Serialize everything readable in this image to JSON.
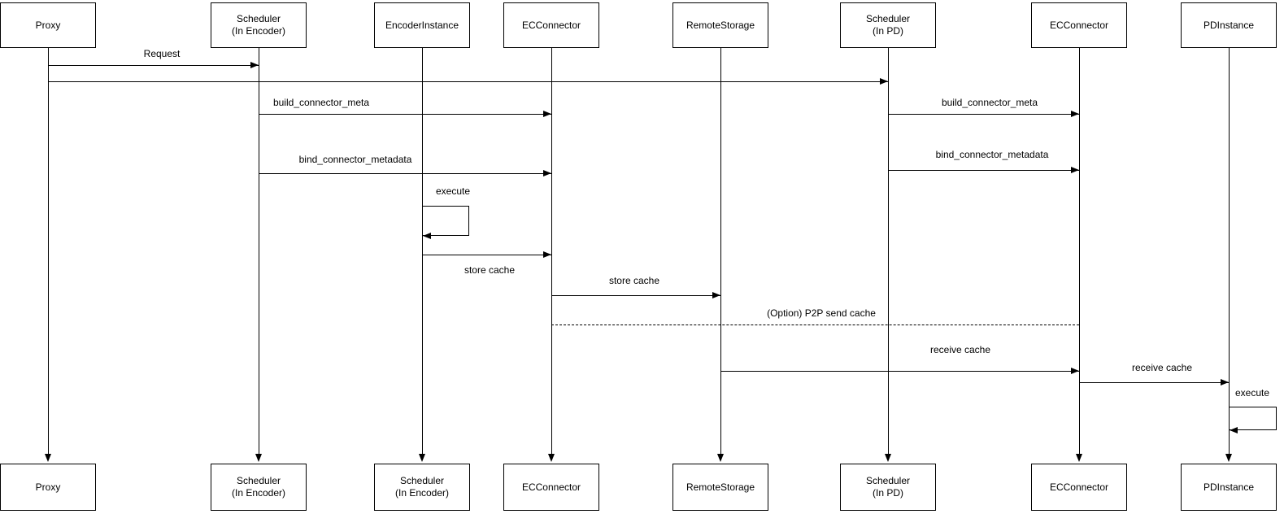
{
  "colors": {
    "stroke": "#000000",
    "background": "#ffffff",
    "text": "#000000"
  },
  "participants": [
    {
      "line1": "Proxy"
    },
    {
      "line1": "Scheduler",
      "line2": "(In Encoder)"
    },
    {
      "line1": "EncoderInstance"
    },
    {
      "line1": "ECConnector"
    },
    {
      "line1": "RemoteStorage"
    },
    {
      "line1": "Scheduler",
      "line2": "(In PD)"
    },
    {
      "line1": "ECConnector"
    },
    {
      "line1": "PDInstance"
    }
  ],
  "footers": [
    {
      "line1": "Proxy"
    },
    {
      "line1": "Scheduler",
      "line2": "(In Encoder)"
    },
    {
      "line1": "Scheduler",
      "line2": "(In Encoder)"
    },
    {
      "line1": "ECConnector"
    },
    {
      "line1": "RemoteStorage"
    },
    {
      "line1": "Scheduler",
      "line2": "(In PD)"
    },
    {
      "line1": "ECConnector"
    },
    {
      "line1": "PDInstance"
    }
  ],
  "messages": [
    {
      "label": "Request",
      "from": "Proxy",
      "to": "Scheduler (In Encoder)",
      "style": "solid"
    },
    {
      "label": "",
      "from": "Proxy",
      "to": "Scheduler (In PD)",
      "style": "solid"
    },
    {
      "label": "build_connector_meta",
      "from": "Scheduler (In Encoder)",
      "to": "ECConnector",
      "style": "solid"
    },
    {
      "label": "build_connector_meta",
      "from": "Scheduler (In PD)",
      "to": "ECConnector",
      "style": "solid"
    },
    {
      "label": "bind_connector_metadata",
      "from": "Scheduler (In Encoder)",
      "to": "ECConnector",
      "style": "solid"
    },
    {
      "label": "bind_connector_metadata",
      "from": "Scheduler (In PD)",
      "to": "ECConnector",
      "style": "solid"
    },
    {
      "label": "execute",
      "from": "EncoderInstance",
      "to": "EncoderInstance",
      "style": "self-loop"
    },
    {
      "label": "store cache",
      "from": "EncoderInstance",
      "to": "ECConnector",
      "style": "solid",
      "label_position": "below"
    },
    {
      "label": "store cache",
      "from": "ECConnector",
      "to": "RemoteStorage",
      "style": "solid"
    },
    {
      "label": "(Option) P2P send cache",
      "from": "ECConnector",
      "to": "ECConnector",
      "style": "dashed"
    },
    {
      "label": "receive cache",
      "from": "RemoteStorage",
      "to": "ECConnector",
      "style": "solid"
    },
    {
      "label": "receive cache",
      "from": "ECConnector",
      "to": "PDInstance",
      "style": "solid"
    },
    {
      "label": "execute",
      "from": "PDInstance",
      "to": "PDInstance",
      "style": "self-loop"
    }
  ]
}
